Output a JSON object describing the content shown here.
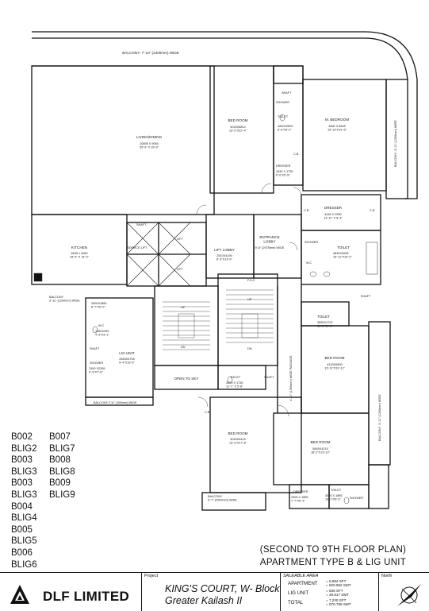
{
  "plan_labels": {
    "balcony_top": "BALCONY- 7'-10\" (2400mm) WIDE",
    "shaft_top": "SHAFT",
    "shower_top": "SHOWER",
    "toilet_top": "TOILET",
    "toilet_top_dims": "1830X2800\n6'-0\"X9'-2\"",
    "dresser_top": "DRESSER",
    "dresser_top_dims": "1830 X 1735\n6'-0\"X5'-8\"",
    "cb": "C.B.",
    "m_bedroom": "M. BEDROOM",
    "m_bedroom_dims": "4830 X 6545\n15'-10\"X21'-6\"",
    "balcony_right_upper": "BALCONY- 3'-11\" (1200mm) WIDE",
    "bed_room_top": "BED ROOM",
    "bed_room_top_dims": "4015X6810\n13'-2\"X22'-4\"",
    "living_dining": "LIVING/DINING",
    "living_dining_dims": "10895 X 9060\n35'-9\" X 29'-9\"",
    "dresser_mid": "DRESSER",
    "dresser_mid_dims": "4245 X 2550\n13'-11\" X 8'-4\"",
    "shower_mid": "SHOWER",
    "toilet_mid": "TOILET",
    "toilet_mid_dims": "4845X3055\n15'-11\"X10'-2\"",
    "wc": "W.C",
    "shaft": "SHAFT",
    "lift": "LIFT",
    "service_lift": "SERVICE LIFT",
    "lift_lobby": "LIFT LOBBY",
    "lift_lobby_dims": "2510X4190\n8'-3\"X13'-9\"",
    "entrance_lobby": "ENTRANCE\nLOBBY",
    "entrance_lobby_dims": "9'-8\" (2975mm) WIDE",
    "fhc": "F.H.C",
    "kitchen": "KITCHEN",
    "kitchen_dims": "5645 x 4280\n18'-6\" X 14'-0\"",
    "balcony_kitchen": "BALCONY\n3'-11\" (1200mm) WIDE",
    "wide_passage": "4'-11\" (1500mm) WIDE PASSAGE",
    "toilet_small": "TOILET",
    "toilet_small_dims": "3895X1720\n12'-2\"X5'-8\"",
    "lig_dims_top": "2600X1860\n8'-7\"X6'-0\"",
    "wc_lig": "W.C",
    "wc_lig_dims": "1280X930\n4'-3\"X3'-1\"",
    "shaft_lig": "SHAFT",
    "shower_lig": "SHOWER",
    "shower_lig_dims": "1300 X2295\n4'-3\"X7'-6\"",
    "lig_unit": "LIG UNIT",
    "lig_unit_dims": "2845X4705\n9'-4\"X15'-5\"",
    "balcony_lig": "BALCONY 2'11\" (900mm) WIDE",
    "up": "UP",
    "dn": "DN",
    "open_to_sky": "OPEN TO SKY",
    "toilet_lower": "TOILET",
    "toilet_lower_dims": "3500 X 1735\n11'-7\" X 5'-8\"",
    "shaft_lower": "SHAFT",
    "bed_room_right": "BED ROOM",
    "bed_room_right_dims": "4240X6890\n13'-11\"X19'-11\"",
    "balcony_right_lower": "BALCONY- 3'-11\" (1200mm) WIDE",
    "bed_room_left": "BED ROOM",
    "bed_room_left_dims": "4045X5415\n13'-3\"X17'-8\"",
    "bed_room_bottom": "BED ROOM",
    "bed_room_bottom_dims": "5845X4215\n18'-2\"X13'-10\"",
    "dresser_bottom": "DRESSER",
    "dresser_bottom_dims": "2305 X 1895\n7'-7\"X6'-3\"",
    "toilet_bottom": "TOILET",
    "toilet_bottom_dims": "3065 X 1895\n10'-1\"X6'-3\"",
    "shower_bottom": "SHOWER",
    "balcony_bottom": "BALCONY\n6'-7\" (2000mm) WIDE"
  },
  "unit_list": {
    "col1": [
      "B002",
      "BLIG2",
      "B003",
      "BLIG3",
      "B003",
      "BLIG3",
      "B004",
      "BLIG4",
      "B005",
      "BLIG5",
      "B006",
      "BLIG6"
    ],
    "col2": [
      "B007",
      "BLIG7",
      "B008",
      "BLIG8",
      "B009",
      "BLIG9"
    ]
  },
  "plan_title": {
    "line1": "(SECOND TO 9TH FLOOR PLAN)",
    "line2": "APARTMENT TYPE B & LIG UNIT"
  },
  "title_block": {
    "company": "DLF LIMITED",
    "project_label": "Project",
    "project_line1": "KING'S COURT, W- Block",
    "project_line2": "Greater Kailash II",
    "saleable_area_label": "SALEABLE AREA",
    "rows": [
      {
        "label": "APARTMENT",
        "value": "= 6,684 SFT\n= 620.952 SMT"
      },
      {
        "label": "LIG UNIT",
        "value": "= 536 SFT\n= 49.817 SMT"
      },
      {
        "label": "TOTAL",
        "value": "= 7,220 SFT\n= 670.769 SMT"
      }
    ],
    "north_label": "North"
  }
}
